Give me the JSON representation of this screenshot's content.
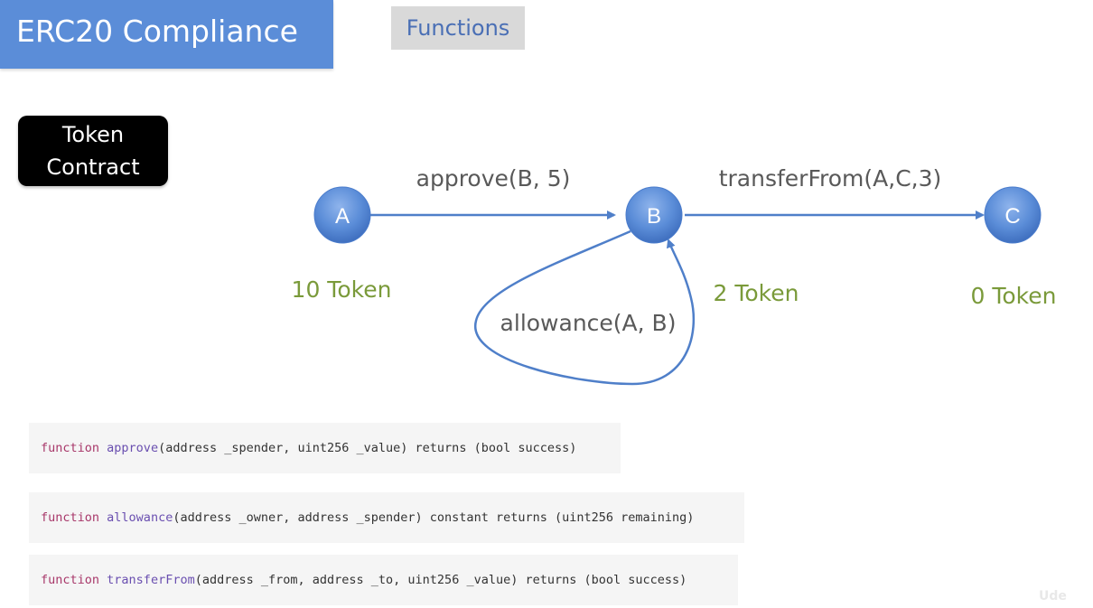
{
  "header": {
    "title": "ERC20 Compliance",
    "tab_label": "Functions"
  },
  "token_contract": {
    "line1": "Token",
    "line2": "Contract"
  },
  "diagram": {
    "nodes": [
      {
        "id": "A",
        "label": "A",
        "balance": "10 Token"
      },
      {
        "id": "B",
        "label": "B",
        "balance": "2 Token"
      },
      {
        "id": "C",
        "label": "C",
        "balance": "0 Token"
      }
    ],
    "edges": [
      {
        "from": "A",
        "to": "B",
        "label": "approve(B, 5)"
      },
      {
        "from": "B",
        "to": "C",
        "label": "transferFrom(A,C,3)"
      },
      {
        "from": "B",
        "to": "B",
        "label": "allowance(A, B)"
      }
    ],
    "colors": {
      "node_fill": "#5b8dd8",
      "edge": "#4f7fc9",
      "balance_text": "#7a9a3a",
      "edge_label_text": "#595959"
    }
  },
  "code": [
    {
      "keyword": "function",
      "name": "approve",
      "signature": "(address _spender, uint256 _value) returns (bool success)"
    },
    {
      "keyword": "function",
      "name": "allowance",
      "signature": "(address _owner, address _spender) constant returns (uint256 remaining)"
    },
    {
      "keyword": "function",
      "name": "transferFrom",
      "signature": "(address _from, address _to, uint256 _value) returns (bool success)"
    }
  ],
  "watermark": "Ude"
}
